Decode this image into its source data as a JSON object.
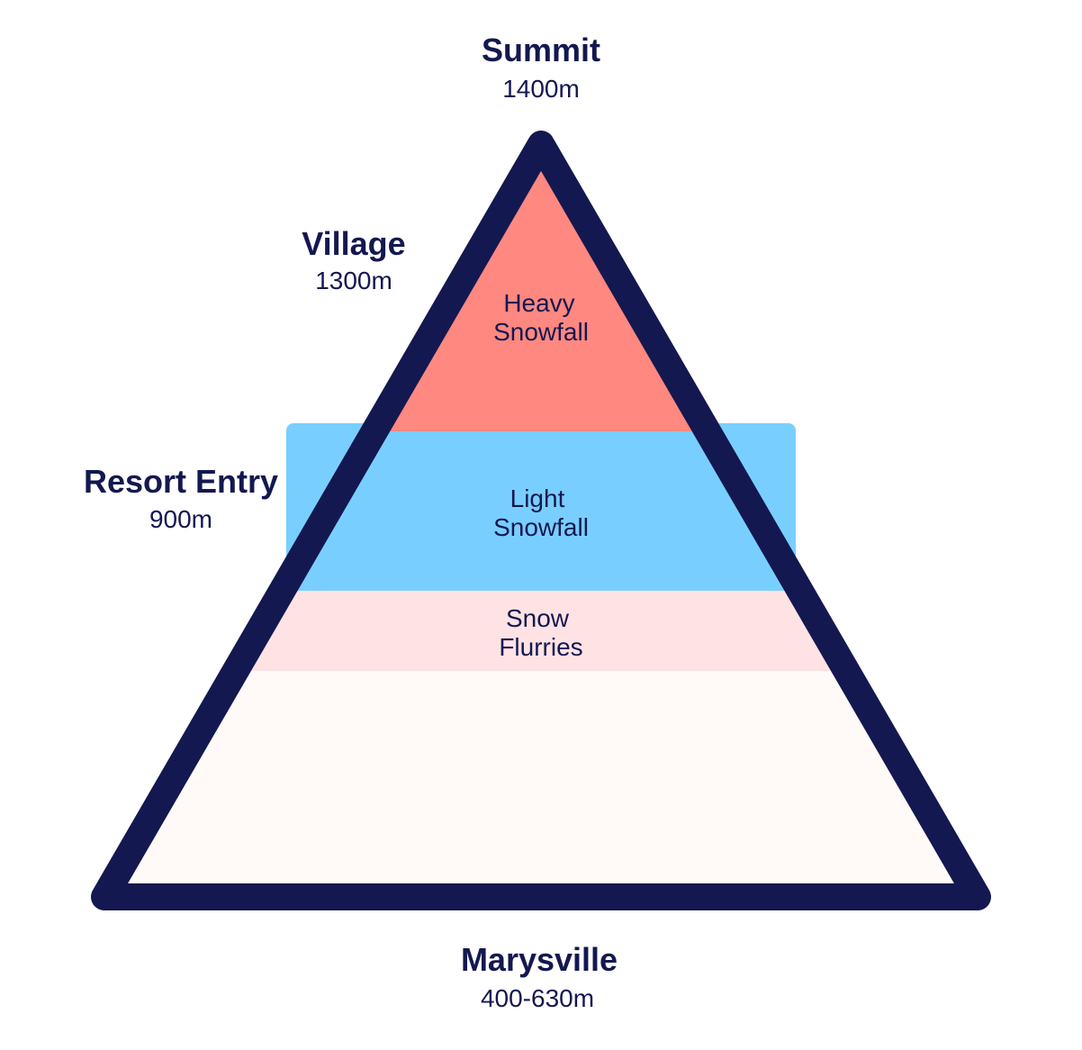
{
  "colors": {
    "outline": "#141850",
    "text": "#141850",
    "heavy": "#ff8880",
    "light": "#78cfff",
    "flurries": "#ffe2e4",
    "base": "#fff9f8"
  },
  "elevations": {
    "summit": {
      "name": "Summit",
      "value": "1400m"
    },
    "village": {
      "name": "Village",
      "value": "1300m"
    },
    "resort_entry": {
      "name": "Resort Entry",
      "value": "900m"
    },
    "marysville": {
      "name": "Marysville",
      "value": "400-630m"
    }
  },
  "zones": {
    "heavy": {
      "line1": "Heavy",
      "line2": "Snowfall"
    },
    "light": {
      "line1": "Light",
      "line2": "Snowfall"
    },
    "flurries": {
      "line1": "Snow",
      "line2": "Flurries"
    }
  }
}
